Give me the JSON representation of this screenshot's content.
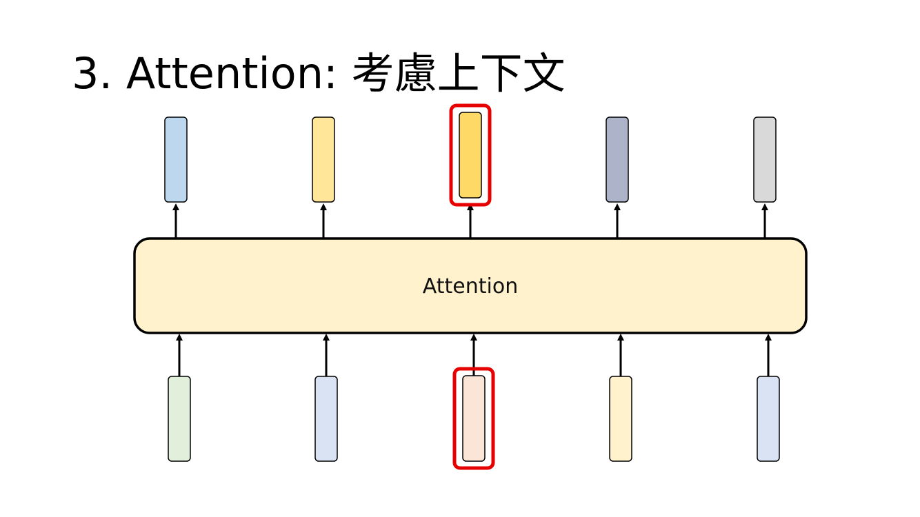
{
  "slide": {
    "title": "3. Attention: 考慮上下文"
  },
  "attention_block": {
    "label": "Attention",
    "fill": "#fff2cc",
    "stroke": "#000000"
  },
  "highlight_color": "#e60000",
  "highlighted_index": 2,
  "output_vectors": [
    {
      "fill": "#bdd7ee"
    },
    {
      "fill": "#ffe699"
    },
    {
      "fill": "#ffd966"
    },
    {
      "fill": "#adb3c9"
    },
    {
      "fill": "#d9d9d9"
    }
  ],
  "input_vectors": [
    {
      "fill": "#e2efda"
    },
    {
      "fill": "#dae3f3"
    },
    {
      "fill": "#fbe5d6"
    },
    {
      "fill": "#fff2cc"
    },
    {
      "fill": "#dae3f3"
    }
  ]
}
